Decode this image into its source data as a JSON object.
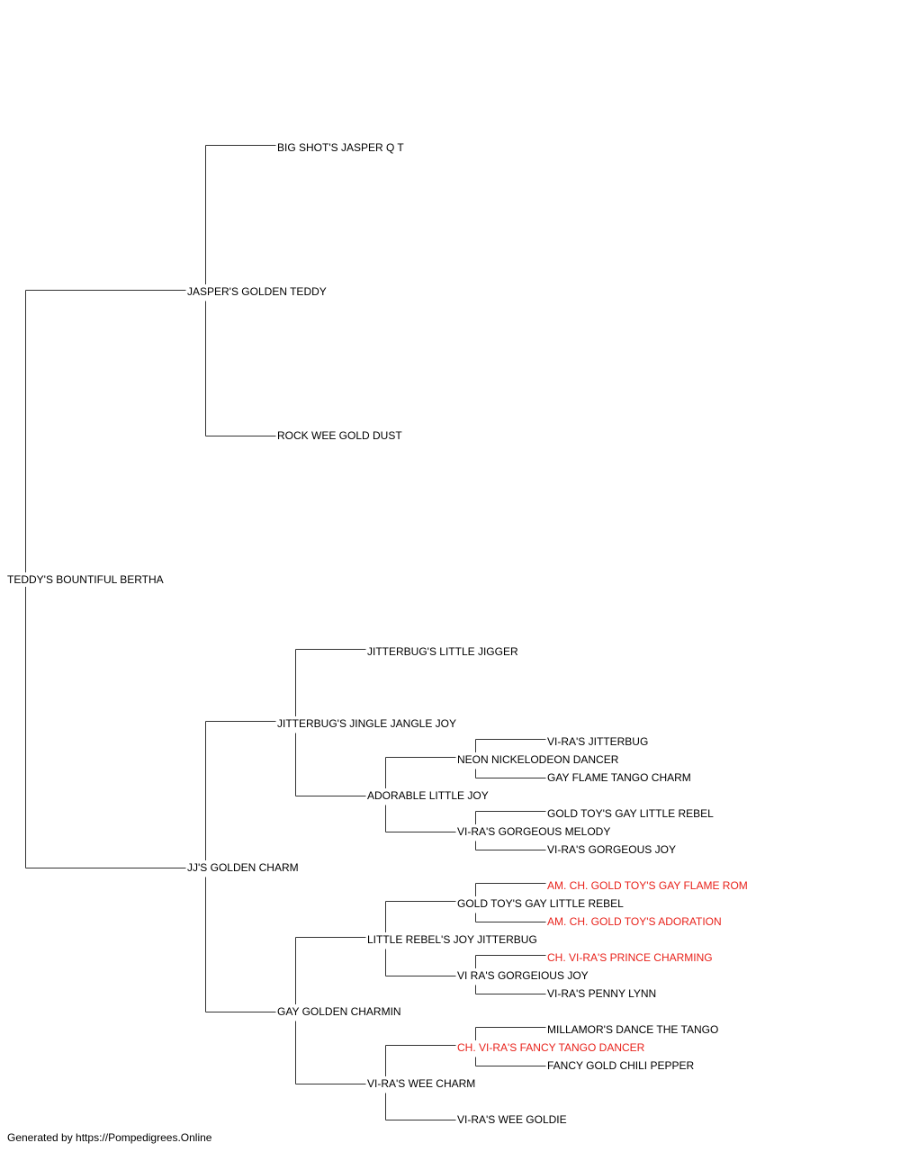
{
  "pedigree": {
    "subject": {
      "name": "TEDDY'S BOUNTIFUL BERTHA",
      "sire": {
        "name": "JASPER'S GOLDEN TEDDY",
        "sire": {
          "name": "BIG SHOT'S JASPER Q T"
        },
        "dam": {
          "name": "ROCK WEE GOLD DUST"
        }
      },
      "dam": {
        "name": "JJ'S GOLDEN CHARM",
        "sire": {
          "name": "JITTERBUG'S JINGLE JANGLE JOY",
          "sire": {
            "name": "JITTERBUG'S LITTLE JIGGER"
          },
          "dam": {
            "name": "ADORABLE LITTLE JOY",
            "sire": {
              "name": "NEON NICKELODEON DANCER",
              "sire": {
                "name": "VI-RA'S JITTERBUG"
              },
              "dam": {
                "name": "GAY FLAME TANGO CHARM"
              }
            },
            "dam": {
              "name": "VI-RA'S GORGEOUS MELODY",
              "sire": {
                "name": "GOLD TOY'S GAY LITTLE REBEL"
              },
              "dam": {
                "name": "VI-RA'S GORGEOUS JOY"
              }
            }
          }
        },
        "dam": {
          "name": "GAY GOLDEN CHARMIN",
          "sire": {
            "name": "LITTLE REBEL'S JOY JITTERBUG",
            "sire": {
              "name": "GOLD TOY'S GAY LITTLE REBEL",
              "sire": {
                "name": "AM. CH. GOLD TOY'S GAY FLAME ROM",
                "champion": true
              },
              "dam": {
                "name": "AM. CH. GOLD TOY'S ADORATION",
                "champion": true
              }
            },
            "dam": {
              "name": "VI RA'S GORGEIOUS JOY",
              "sire": {
                "name": "CH. VI-RA'S PRINCE CHARMING",
                "champion": true
              },
              "dam": {
                "name": "VI-RA'S PENNY LYNN"
              }
            }
          },
          "dam": {
            "name": "VI-RA'S WEE CHARM",
            "sire": {
              "name": "CH. VI-RA'S FANCY TANGO DANCER",
              "champion": true,
              "sire": {
                "name": "MILLAMOR'S DANCE THE TANGO"
              },
              "dam": {
                "name": "FANCY GOLD CHILI PEPPER"
              }
            },
            "dam": {
              "name": "VI-RA'S WEE GOLDIE"
            }
          }
        }
      }
    }
  },
  "colors": {
    "champion": "#e8221b",
    "text": "#000000",
    "line": "#333333"
  },
  "footer": "Generated by https://Pompedigrees.Online"
}
